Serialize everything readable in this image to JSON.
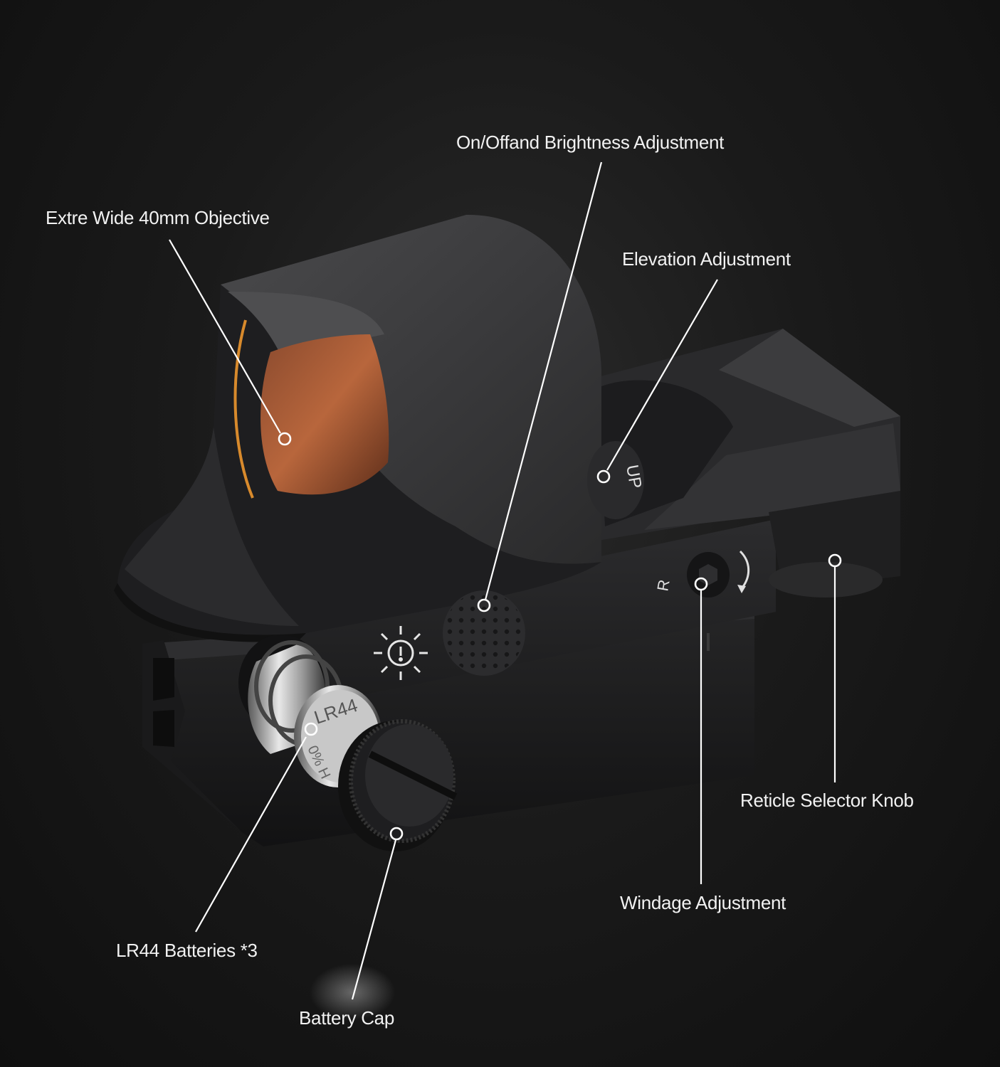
{
  "callouts": {
    "brightness": "On/Offand Brightness Adjustment",
    "objective": "Extre Wide 40mm Objective",
    "elevation": "Elevation Adjustment",
    "reticle": "Reticle Selector Knob",
    "windage": "Windage Adjustment",
    "batteries": "LR44 Batteries *3",
    "battery_cap": "Battery Cap"
  },
  "product_markings": {
    "elevation_dial": "UP",
    "windage_dial": "R",
    "battery": "LR44",
    "battery_edge": "0% H"
  },
  "icons": [
    "sun-brightness-icon",
    "rotate-arrow-icon"
  ],
  "colors": {
    "background": "#151515",
    "housing": "#3a3a3c",
    "lens": "#b06038",
    "label": "#f2f2f2"
  }
}
